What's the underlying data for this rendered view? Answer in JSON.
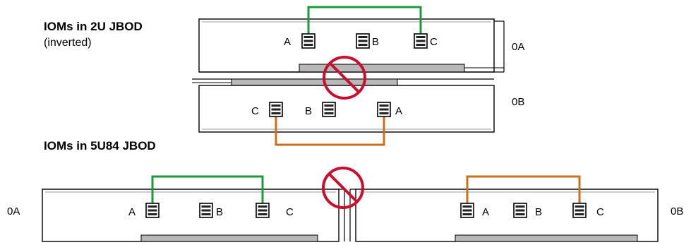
{
  "section_2u": {
    "title": "IOMs in 2U JBOD",
    "subtitle": "(inverted)",
    "top_module": {
      "label": "0A",
      "ports": [
        "A",
        "B",
        "C"
      ],
      "cable": {
        "from": "A",
        "to": "C",
        "color": "#1a9a3c"
      }
    },
    "bottom_module": {
      "label": "0B",
      "ports": [
        "C",
        "B",
        "A"
      ],
      "cable": {
        "from": "C",
        "to": "A",
        "color": "#c8711a"
      }
    }
  },
  "section_5u84": {
    "title": "IOMs in 5U84 JBOD",
    "left_module": {
      "label": "0A",
      "ports": [
        "A",
        "B",
        "C"
      ],
      "cable": {
        "from": "A",
        "to": "C",
        "color": "#1a9a3c"
      }
    },
    "right_module": {
      "label": "0B",
      "ports": [
        "A",
        "B",
        "C"
      ],
      "cable": {
        "from": "A",
        "to": "C",
        "color": "#c8711a"
      }
    }
  },
  "colors": {
    "prohibited": "#c8102e",
    "green_cable": "#1a9a3c",
    "orange_cable": "#c8711a"
  },
  "icons": [
    "sas-port-icon",
    "prohibited-icon"
  ]
}
